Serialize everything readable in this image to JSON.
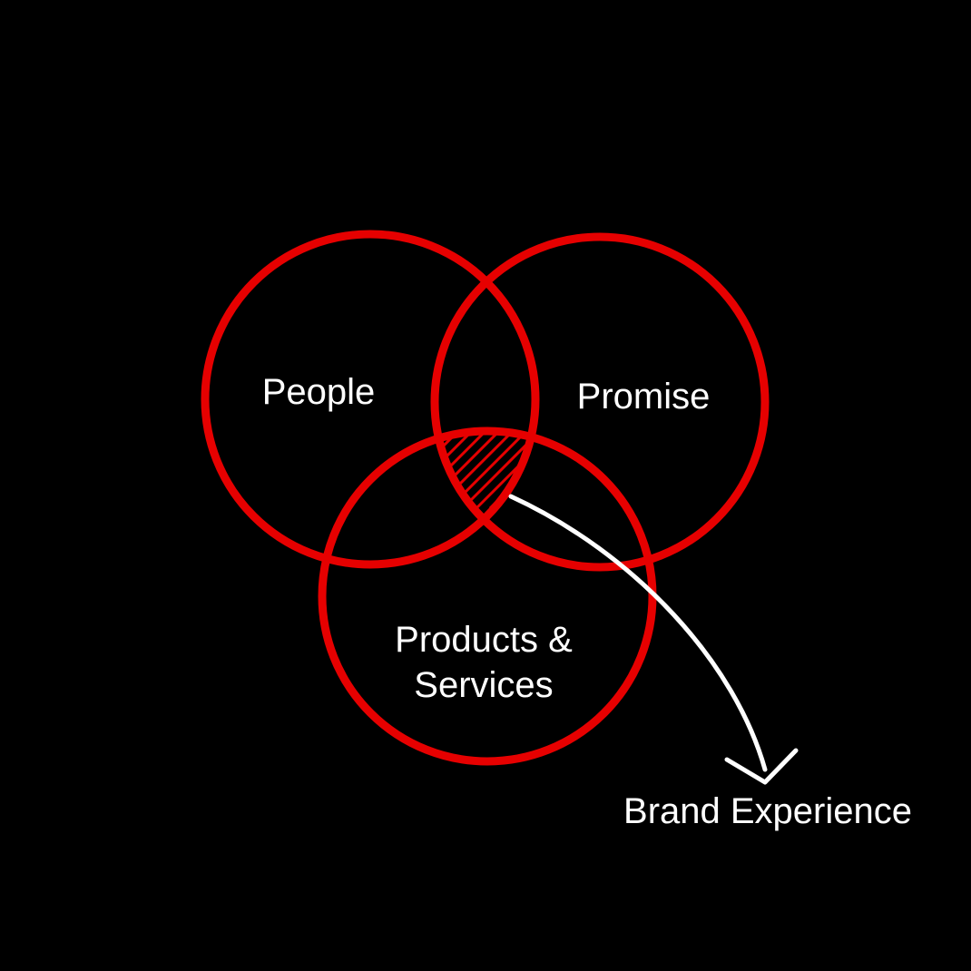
{
  "diagram": {
    "circles": [
      {
        "label": "People"
      },
      {
        "label": "Promise"
      },
      {
        "label_line1": "Products &",
        "label_line2": "Services"
      }
    ],
    "intersection": {
      "label": "Brand Experience"
    }
  },
  "colors": {
    "background": "#000000",
    "circle_stroke": "#e60000",
    "text": "#ffffff",
    "arrow": "#ffffff"
  }
}
